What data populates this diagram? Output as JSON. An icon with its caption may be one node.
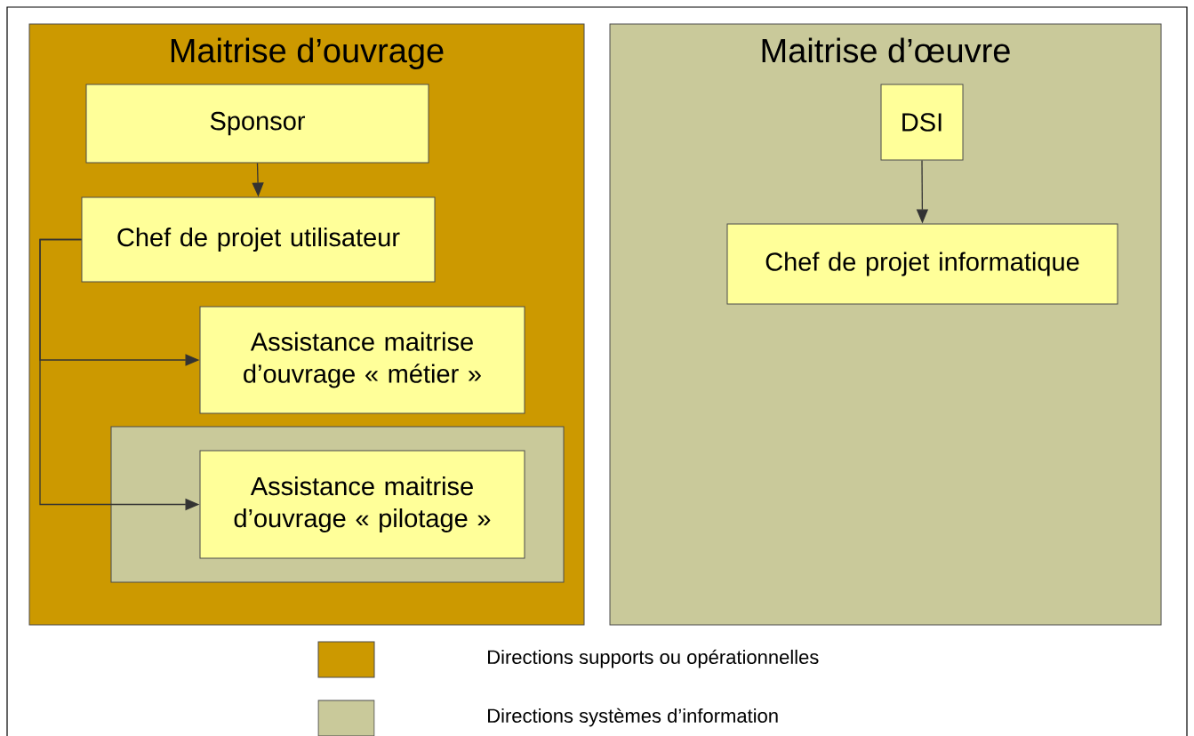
{
  "diagram": {
    "nodes": [
      {
        "text": [
          "Maitrise d’ouvrage"
        ]
      },
      {
        "text": [
          "Sponsor"
        ],
        "in": 0
      },
      {
        "text": [
          "Chef de projet utilisateur"
        ],
        "in": 0
      },
      {
        "text": [
          "Assistance maitrise d’ouvrage « métier »"
        ],
        "in": 0
      },
      {
        "text": [],
        "shape": "box",
        "in": 0
      },
      {
        "text": [
          "Assistance maitrise d’ouvrage « pilotage »"
        ],
        "in": 4
      },
      {
        "text": [
          "Maitrise d’œuvre"
        ]
      },
      {
        "text": [
          "DSI"
        ],
        "in": 6
      },
      {
        "text": [
          "Chef de projet informatique"
        ],
        "in": 6
      }
    ],
    "edges": [
      {
        "from": 1,
        "to": 2,
        "arrow": "to"
      },
      {
        "from": 2,
        "to": 3,
        "arrow": "to"
      },
      {
        "from": 2,
        "to": 5,
        "arrow": "to"
      },
      {
        "from": 7,
        "to": 8,
        "arrow": "to"
      }
    ],
    "legend": [
      {
        "text": "Directions supports ou opérationnelles",
        "color": "#cc9900"
      },
      {
        "text": "Directions systèmes d’information",
        "color": "#c9c99a"
      }
    ]
  }
}
